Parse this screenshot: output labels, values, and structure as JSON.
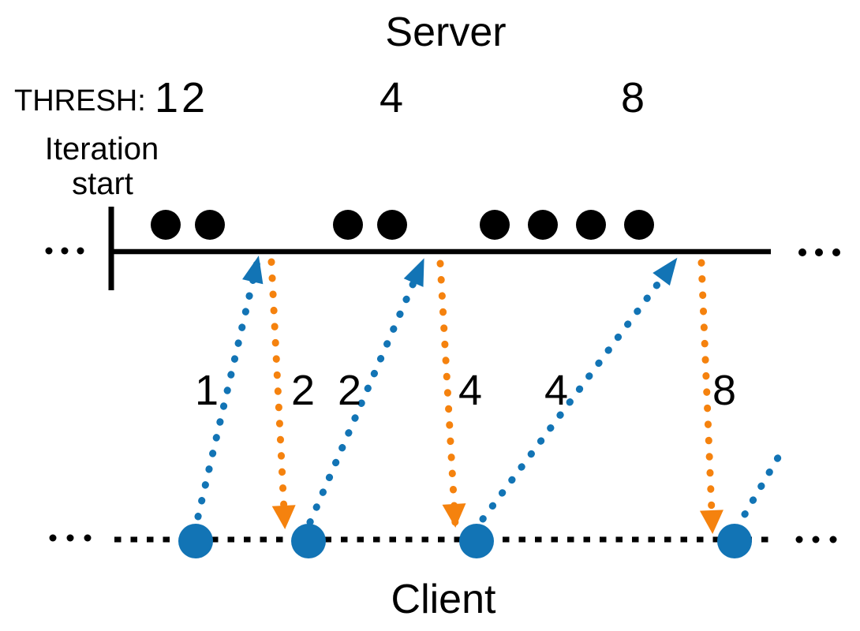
{
  "server": {
    "title": "Server"
  },
  "client": {
    "title": "Client"
  },
  "thresholds": {
    "label": "THRESH:",
    "values": [
      "1",
      "2",
      "4",
      "8"
    ]
  },
  "iteration_start": {
    "line1": "Iteration",
    "line2": "start"
  },
  "timeline": {
    "ellipsis": "..."
  },
  "server_queue": {
    "groups": [
      2,
      2,
      4
    ]
  },
  "messages": {
    "labels": [
      "1",
      "2",
      "2",
      "4",
      "4",
      "8"
    ],
    "request_color": "#1274b5",
    "response_color": "#f5820e",
    "ink_color": "#000000"
  }
}
